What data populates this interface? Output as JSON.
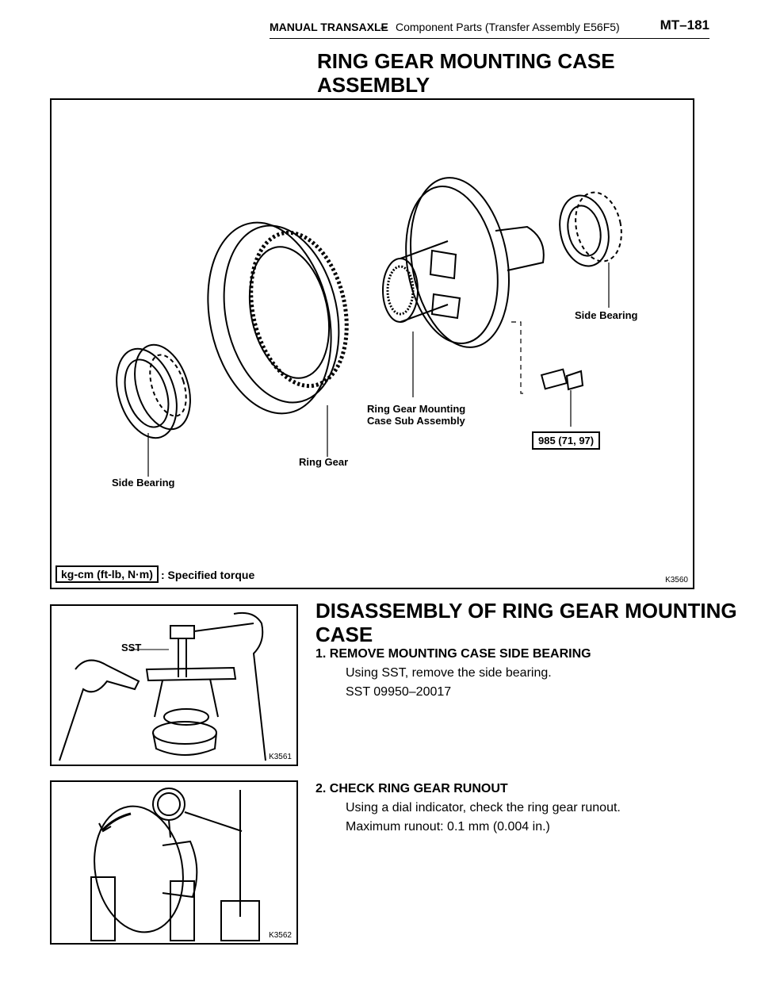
{
  "header": {
    "section": "MANUAL TRANSAXLE",
    "separator": "–",
    "subsection": "Component Parts (Transfer Assembly E56F5)",
    "page": "MT–181"
  },
  "title": "RING GEAR MOUNTING CASE ASSEMBLY",
  "figure1": {
    "labels": {
      "side_bearing_left": "Side Bearing",
      "ring_gear": "Ring Gear",
      "case_sub_assembly_line1": "Ring Gear Mounting",
      "case_sub_assembly_line2": "Case Sub Assembly",
      "side_bearing_right": "Side Bearing",
      "torque_value": "985 (71, 97)"
    },
    "legend_units": "kg-cm (ft-lb, N·m)",
    "legend_text": ": Specified torque",
    "code": "K3560"
  },
  "section_title": "DISASSEMBLY OF RING GEAR MOUNTING CASE",
  "figure2": {
    "sst_label": "SST",
    "code": "K3561"
  },
  "figure3": {
    "code": "K3562"
  },
  "steps": [
    {
      "heading": "1.  REMOVE MOUNTING CASE SIDE BEARING",
      "lines": [
        "Using SST, remove the side bearing.",
        "SST  09950–20017"
      ]
    },
    {
      "heading": "2. CHECK RING GEAR RUNOUT",
      "lines": [
        "Using a dial indicator, check the ring gear runout.",
        "Maximum runout: 0.1 mm (0.004 in.)"
      ]
    }
  ]
}
